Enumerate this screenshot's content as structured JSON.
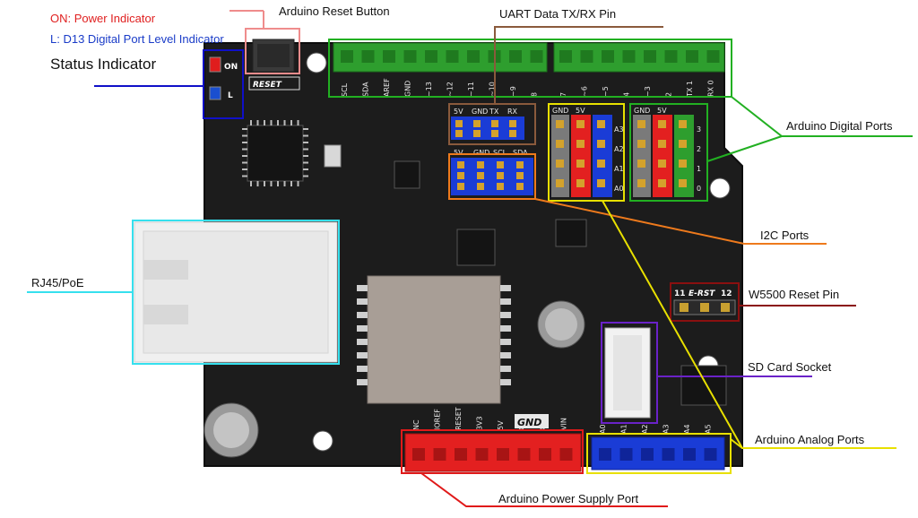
{
  "legend": {
    "power": "ON: Power Indicator",
    "d13": "L: D13 Digital Port Level Indicator",
    "status": "Status Indicator"
  },
  "labels": {
    "reset_button": "Arduino Reset Button",
    "uart": "UART Data TX/RX Pin",
    "digital_ports": "Arduino Digital Ports",
    "i2c": "I2C Ports",
    "w5500": "W5500 Reset Pin",
    "sd": "SD Card Socket",
    "analog": "Arduino Analog Ports",
    "power_port": "Arduino Power Supply Port",
    "rj45": "RJ45/PoE"
  },
  "board": {
    "led_on": "ON",
    "led_l": "L",
    "reset": "RESET",
    "gnd": "GND",
    "uart_header": [
      "5V",
      "GND",
      "TX",
      "RX"
    ],
    "i2c_header": [
      "5V",
      "GND",
      "SCL",
      "SDA"
    ],
    "gnd_5v": [
      "GND",
      "5V"
    ],
    "analog_rows": [
      "A3",
      "A2",
      "A1",
      "A0"
    ],
    "digital_rows": [
      "3",
      "2",
      "1",
      "0"
    ],
    "top_pins_left": [
      "SCL",
      "SDA",
      "AREF",
      "GND",
      "~13",
      "~12",
      "~11",
      "~10",
      "~9",
      "8"
    ],
    "top_pins_right": [
      "7",
      "~6",
      "~5",
      "4",
      "~3",
      "2",
      "TX 1",
      "RX 0"
    ],
    "bottom_power_pins": [
      "NC",
      "IOREF",
      "RESET",
      "3V3",
      "5V",
      "GND",
      "GND",
      "VIN"
    ],
    "bottom_analog_pins": [
      "A0",
      "A1",
      "A2",
      "A3",
      "A4",
      "A5"
    ],
    "erst": "E-RST",
    "erst_11": "11",
    "erst_12": "12"
  },
  "colors": {
    "board": "#1c1c1c",
    "header_green": "#2e9e2e",
    "header_red": "#e32020",
    "header_blue": "#1a3cd6",
    "power_legend": "#e02020",
    "d13_legend": "#1a3cc8"
  }
}
